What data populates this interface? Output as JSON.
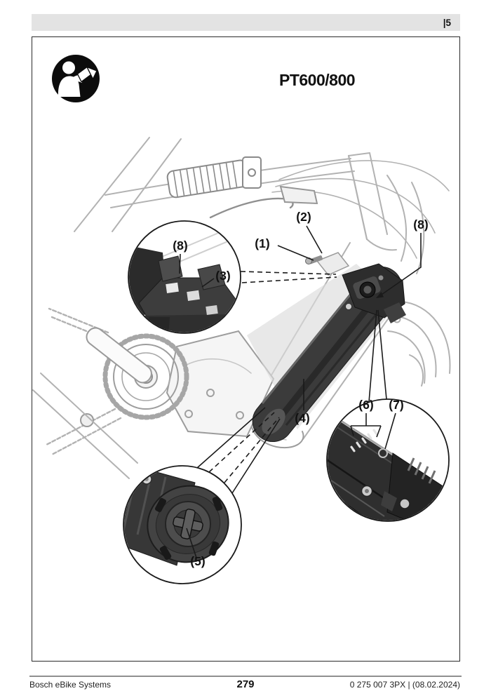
{
  "header": {
    "page_indicator": "|5"
  },
  "figure": {
    "title": "PT600/800",
    "read_manual_icon": "read-manual-icon",
    "callouts": {
      "c1": "(1)",
      "c2": "(2)",
      "c3": "(3)",
      "c4": "(4)",
      "c5": "(5)",
      "c6": "(6)",
      "c7": "(7)",
      "c8": "(8)"
    }
  },
  "footer": {
    "brand": "Bosch eBike Systems",
    "page_number": "279",
    "doc_code": "0 275 007 3PX | (08.02.2024)"
  },
  "colors": {
    "battery": "#3b3b3b",
    "line_art": "#b2b2b2",
    "header_bar": "#e3e3e3"
  }
}
